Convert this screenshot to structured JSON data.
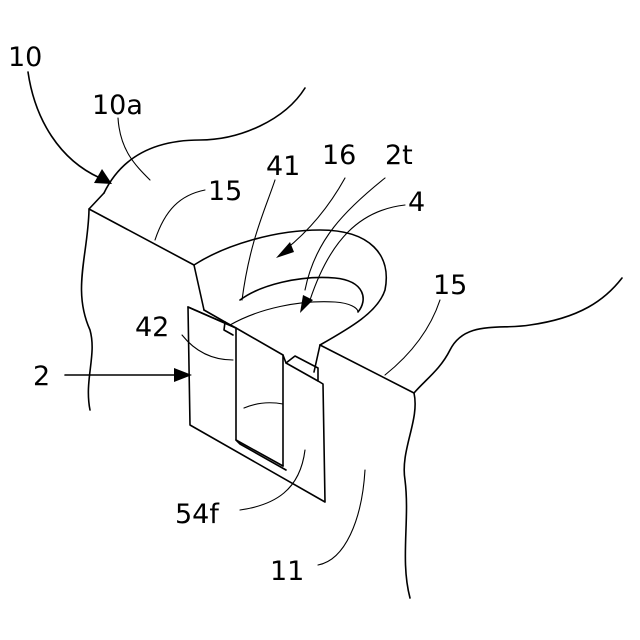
{
  "figure": {
    "labels": {
      "l10": "10",
      "l10a": "10a",
      "l15_left": "15",
      "l41": "41",
      "l16": "16",
      "l2t": "2t",
      "l4": "4",
      "l15_right": "15",
      "l42": "42",
      "l2": "2",
      "l54f": "54f",
      "l11": "11"
    }
  }
}
